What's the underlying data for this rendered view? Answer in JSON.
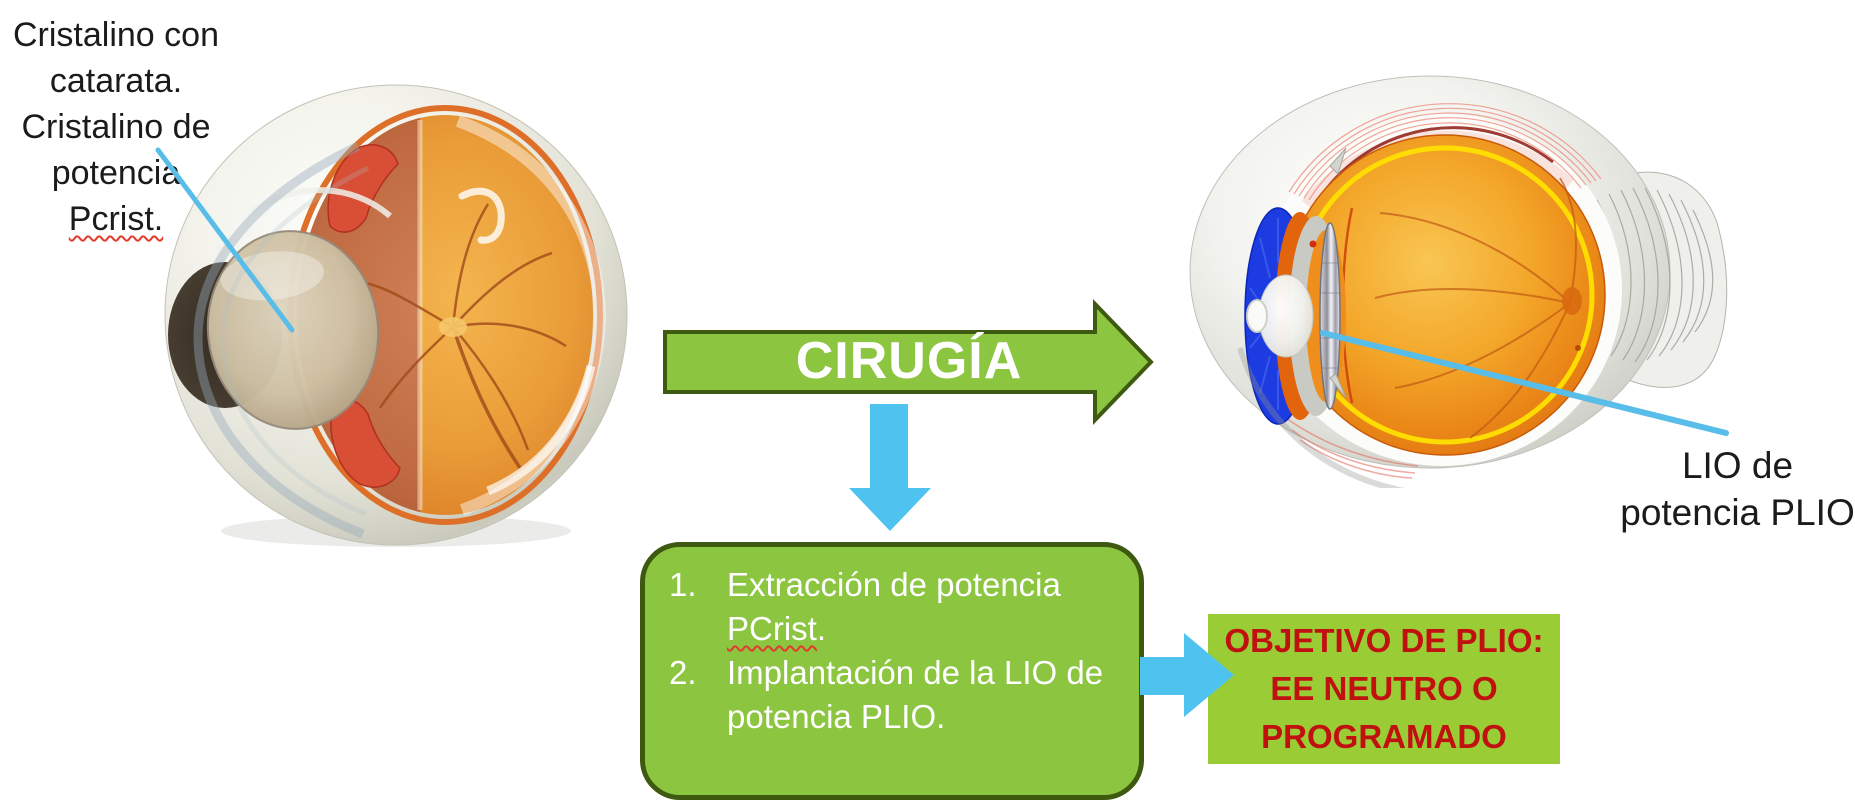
{
  "colors": {
    "green_fill": "#8CC540",
    "green_border": "#3E5A10",
    "objective_green": "#9ACC35",
    "objective_text": "#C01010",
    "flow_blue": "#4FC3F0",
    "callout_blue": "#58BDE8",
    "label_text": "#1b1b1b"
  },
  "label_left": {
    "lines": [
      "Cristalino con",
      "catarata.",
      "Cristalino de",
      "potencia",
      "Pcrist."
    ]
  },
  "surgery_arrow": {
    "label": "CIRUGÍA"
  },
  "steps_box": {
    "items": [
      {
        "number": "1.",
        "prefix": "Extracción de potencia ",
        "highlight": "PCrist",
        "suffix": "."
      },
      {
        "number": "2.",
        "prefix": "Implantación de la LIO de potencia PLIO.",
        "highlight": "",
        "suffix": ""
      }
    ]
  },
  "objective_box": {
    "lines": [
      "OBJETIVO DE PLIO:",
      "EE NEUTRO O",
      "PROGRAMADO"
    ]
  },
  "label_right": {
    "lines": [
      "LIO de",
      "potencia PLIO"
    ]
  },
  "illustrations": {
    "left_eye": "Eye cross-section with cataractous crystalline lens",
    "right_eye": "Eye cross-section with implanted intraocular lens (LIO)"
  }
}
